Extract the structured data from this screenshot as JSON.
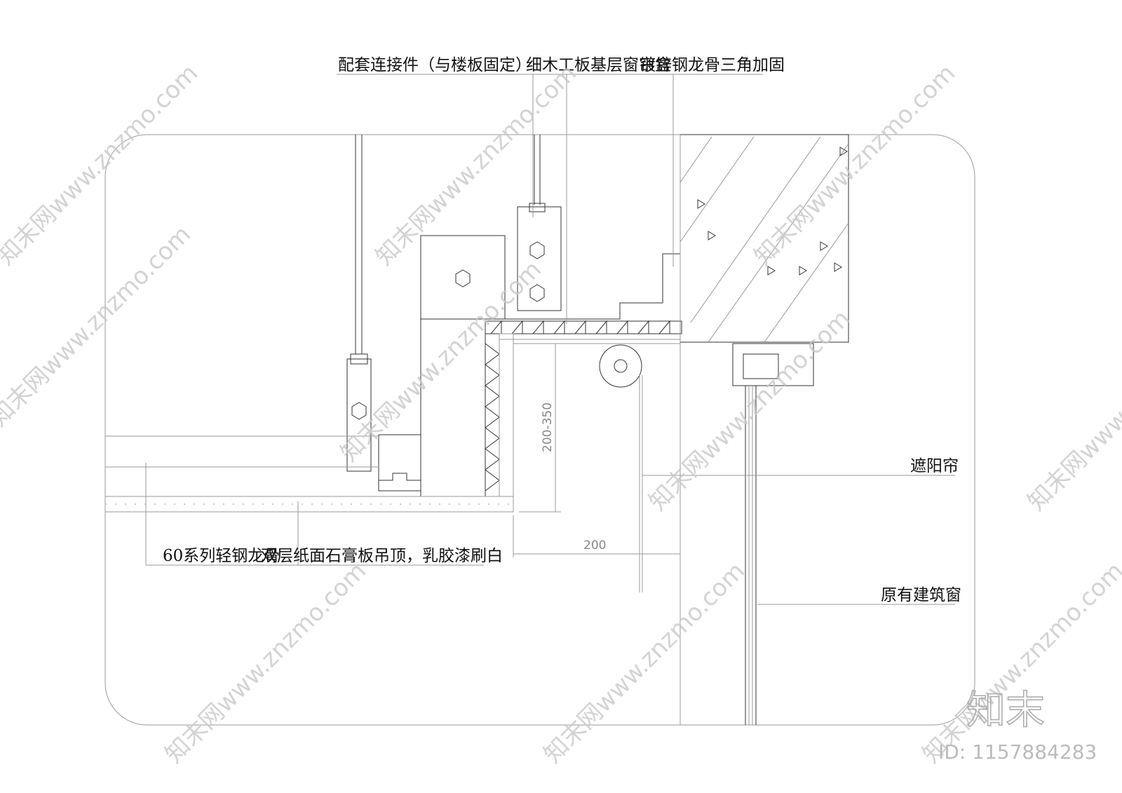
{
  "labels": {
    "connector": "配套连接件（与楼板固定）",
    "curtain_box": "细木工板基层窗帘盒",
    "steel_keel": "镀锌钢龙骨三角加固",
    "sunshade": "遮阳帘",
    "existing_window": "原有建筑窗",
    "ceiling_a": "60系列轻钢龙骨",
    "ceiling_b": "双层纸面石膏板吊顶，乳胶漆刷白"
  },
  "dimensions": {
    "vertical": "200-350",
    "horizontal": "200"
  },
  "watermark": {
    "logo": "知末",
    "id": "ID: 1157884283",
    "pattern": "知末网www.znzmo.com"
  }
}
